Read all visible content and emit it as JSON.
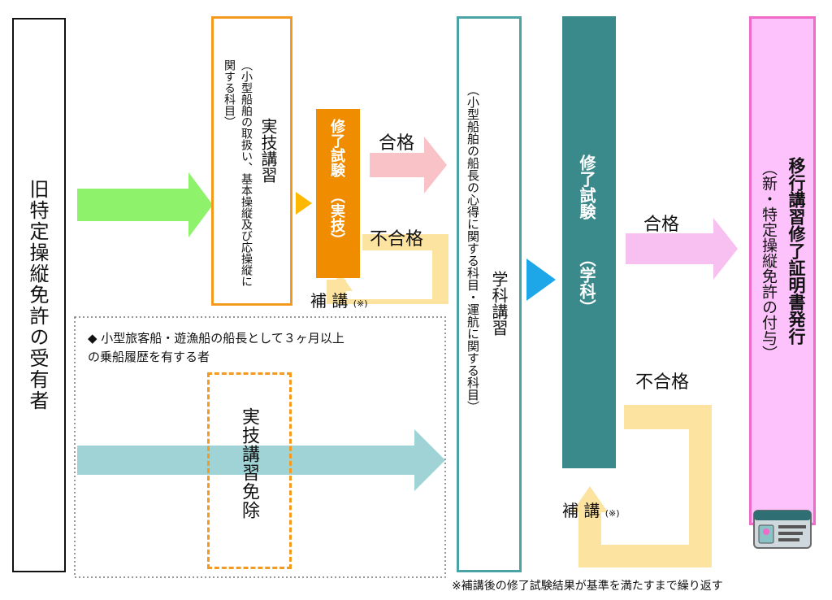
{
  "diagram": {
    "start_label": "旧特定操縦免許の受有者",
    "practical_course": {
      "title": "実技講習",
      "subjects": "（小型船舶の取扱い、基本操縦及び応操縦に関する科目）"
    },
    "practical_exam": {
      "title": "修了試験",
      "kind": "（実技）"
    },
    "pass_label_1": "合格",
    "fail_label_1": "不合格",
    "remedial_label_1": "補 講",
    "remedial_mark_1": "(※)",
    "exemption_condition_line1": "◆ 小型旅客船・遊漁船の船長として３ヶ月以上",
    "exemption_condition_line2": "の乗船履歴を有する者",
    "exemption_label": "実技講習免除",
    "academic_course": {
      "subjects": "（小型船舶の船長の心得に関する科目・運航に関する科目）",
      "title": "学科講習"
    },
    "academic_exam": {
      "title": "修了試験",
      "kind": "（学科）"
    },
    "pass_label_2": "合格",
    "fail_label_2": "不合格",
    "remedial_label_2": "補 講",
    "remedial_mark_2": "(※)",
    "certificate": {
      "title": "移行講習修了証明書発行",
      "subtitle": "（新・特定操縦免許の付与）"
    },
    "footnote": "※補講後の修了試験結果が基準を満たすまで繰り返す",
    "icons": [
      "license-card-icon"
    ]
  },
  "colors": {
    "green_arrow": "#8ef26a",
    "orange": "#f39a1f",
    "orange_dark": "#f08c00",
    "pink_arrow": "#f9c2c7",
    "yellow_loop": "#fde3a0",
    "teal_arrow": "#9fd3d6",
    "teal_box": "#3a8a8c",
    "cyan_tri": "#1ea7e8",
    "teal_border": "#4aa3a4",
    "magenta_arrow": "#f8c0f0",
    "cert_fill": "#fdc2fb",
    "cert_border": "#f06ac8"
  }
}
